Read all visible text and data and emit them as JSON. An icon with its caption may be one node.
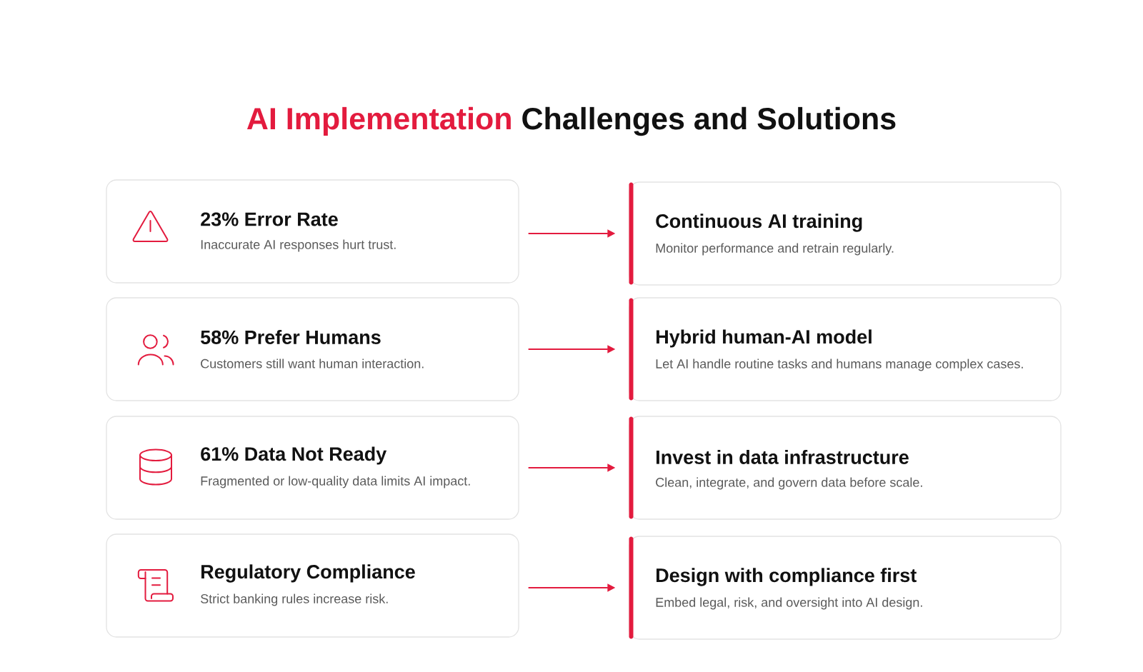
{
  "diagram": {
    "title": "AI Implementation Challenges and Solutions",
    "nodes": [
      {
        "text": [
          "23% Error Rate",
          "Inaccurate AI responses hurt trust."
        ]
      },
      {
        "text": [
          "Continuous AI training",
          "Monitor performance and retrain regularly."
        ]
      },
      {
        "text": [
          "58% Prefer Humans",
          "Customers still want human interaction."
        ]
      },
      {
        "text": [
          "Hybrid human-AI model",
          "Let AI handle routine tasks and humans manage complex cases."
        ]
      },
      {
        "text": [
          "61% Data Not Ready",
          "Fragmented or low-quality data limits AI impact."
        ]
      },
      {
        "text": [
          "Invest in data infrastructure",
          "Clean, integrate, and govern data before scale."
        ]
      },
      {
        "text": [
          "Regulatory Compliance",
          "Strict banking rules increase risk."
        ]
      },
      {
        "text": [
          "Design with compliance first",
          "Embed legal, risk, and oversight into AI design."
        ]
      }
    ],
    "edges": [
      {
        "from": 0,
        "to": 1,
        "arrow": "to"
      },
      {
        "from": 2,
        "to": 3,
        "arrow": "to"
      },
      {
        "from": 4,
        "to": 5,
        "arrow": "to"
      },
      {
        "from": 6,
        "to": 7,
        "arrow": "to"
      }
    ]
  }
}
